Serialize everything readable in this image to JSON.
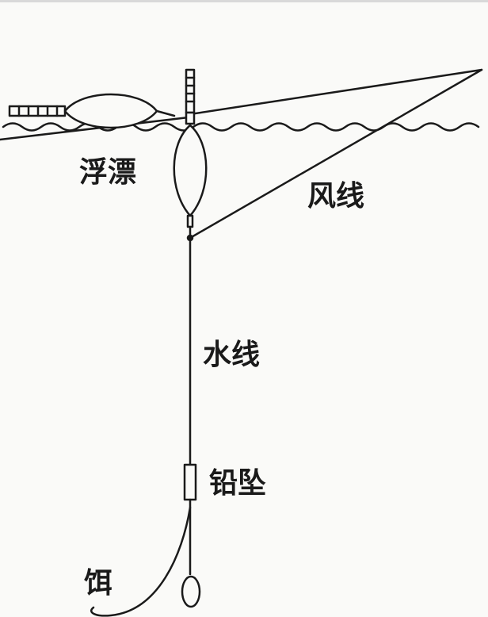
{
  "labels": {
    "float": "浮漂",
    "wind_line": "风线",
    "water_line": "水线",
    "sinker": "铅坠",
    "bait": "饵"
  },
  "colors": {
    "ink": "#1a1a1a",
    "paper": "#fafaf8"
  }
}
